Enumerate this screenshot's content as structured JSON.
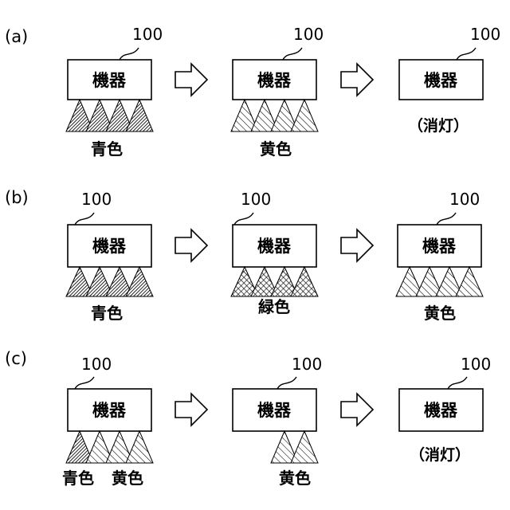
{
  "panels": [
    {
      "label": "(a)",
      "stages": [
        {
          "ref": "100",
          "device": "機器",
          "lights": [
            "blue",
            "blue",
            "blue",
            "blue"
          ],
          "caption": "青色"
        },
        {
          "ref": "100",
          "device": "機器",
          "lights": [
            "yellow",
            "yellow",
            "yellow",
            "yellow"
          ],
          "caption": "黄色"
        },
        {
          "ref": "100",
          "device": "機器",
          "lights": [],
          "caption": "（消灯）"
        }
      ]
    },
    {
      "label": "(b)",
      "stages": [
        {
          "ref": "100",
          "device": "機器",
          "lights": [
            "blue",
            "blue",
            "blue",
            "blue"
          ],
          "caption": "青色"
        },
        {
          "ref": "100",
          "device": "機器",
          "lights": [
            "green",
            "green",
            "green",
            "green"
          ],
          "caption": "緑色"
        },
        {
          "ref": "100",
          "device": "機器",
          "lights": [
            "yellow",
            "yellow",
            "yellow",
            "yellow"
          ],
          "caption": "黄色"
        }
      ]
    },
    {
      "label": "(c)",
      "stages": [
        {
          "ref": "100",
          "device": "機器",
          "lights": [
            "blue",
            "yellow",
            "yellow",
            "yellow"
          ],
          "caption": "青色",
          "caption2": "黄色"
        },
        {
          "ref": "100",
          "device": "機器",
          "lights": [
            "off",
            "off",
            "yellow",
            "yellow"
          ],
          "caption": "黄色"
        },
        {
          "ref": "100",
          "device": "機器",
          "lights": [],
          "caption": "（消灯）"
        }
      ]
    }
  ],
  "hatch_legend": {
    "blue": "dense-dark",
    "green": "cross-diagonal",
    "yellow": "sparse-diagonal"
  }
}
